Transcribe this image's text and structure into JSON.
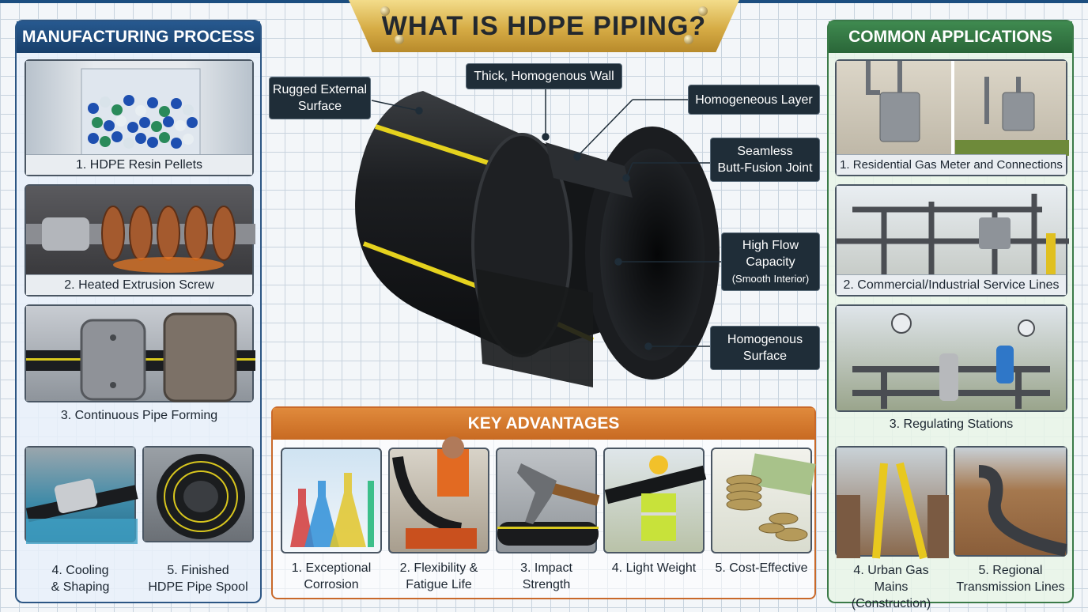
{
  "title": "WHAT IS HDPE PIPING?",
  "manufacturing": {
    "heading": "MANUFACTURING PROCESS",
    "steps": [
      "1. HDPE Resin Pellets",
      "2. Heated Extrusion Screw",
      "3. Continuous Pipe Forming",
      "4. Cooling\n& Shaping",
      "5. Finished\nHDPE Pipe Spool"
    ]
  },
  "pipe_callouts": {
    "rugged_external": "Rugged External\nSurface",
    "thick_wall": "Thick, Homogenous Wall",
    "homogeneous_layer": "Homogeneous Layer",
    "seamless_joint": "Seamless\nButt-Fusion Joint",
    "high_flow": "High Flow\nCapacity",
    "high_flow_sub": "(Smooth Interior)",
    "homogenous_surface": "Homogenous\nSurface"
  },
  "advantages": {
    "heading": "KEY ADVANTAGES",
    "items": [
      "1. Exceptional\nCorrosion",
      "2. Flexibility &\nFatigue Life",
      "3. Impact\nStrength",
      "4. Light Weight",
      "5. Cost-Effective"
    ]
  },
  "applications": {
    "heading": "COMMON APPLICATIONS",
    "items": [
      "1. Residential Gas Meter and Connections",
      "2. Commercial/Industrial Service Lines",
      "3. Regulating Stations",
      "4. Urban Gas Mains\n(Construction)",
      "5. Regional\nTransmission Lines"
    ]
  },
  "colors": {
    "left_accent": "#1c4e80",
    "right_accent": "#2f6e3c",
    "advantages_accent": "#d2772e",
    "title_gold": "#d6ac45",
    "pipe_stripe": "#e5d21e",
    "callout_bg": "#1f2d38"
  }
}
